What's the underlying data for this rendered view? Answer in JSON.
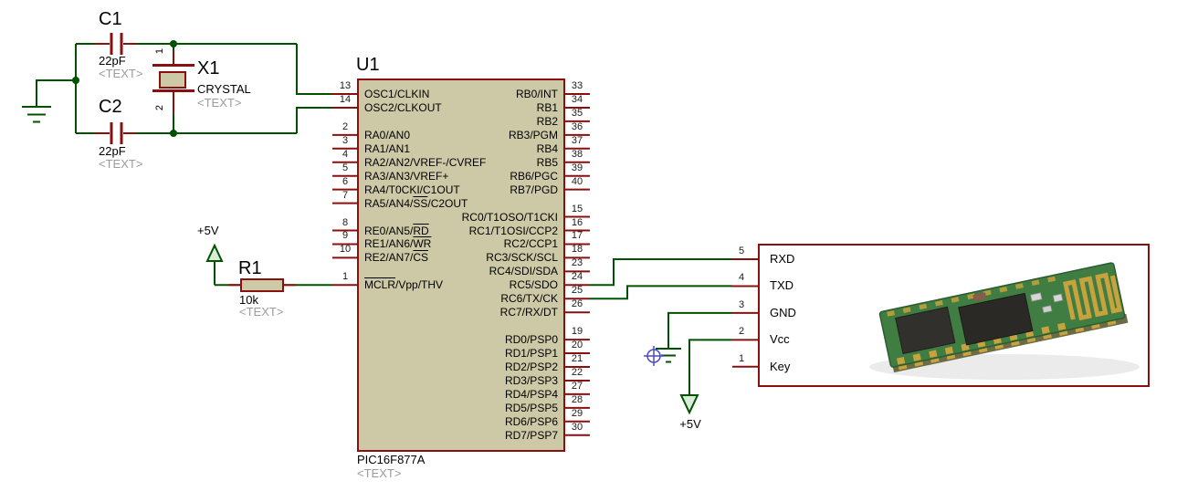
{
  "colors": {
    "wire": "#005200",
    "component": "#8a1010",
    "chip_fill": "#cdc9a6",
    "placeholder_text": "#9c9c9c",
    "origin_marker": "#4949d1",
    "power_fill": "#d9ecd9",
    "pcb_green": "#3f7d42",
    "pad_gold": "#c8a23c"
  },
  "mcu": {
    "ref": "U1",
    "part": "PIC16F877A",
    "placeholder": "<TEXT>",
    "left_pins": [
      {
        "num": "13",
        "name": "OSC1/CLKIN",
        "row": 0
      },
      {
        "num": "14",
        "name": "OSC2/CLKOUT",
        "row": 1
      },
      {
        "num": "2",
        "name": "RA0/AN0",
        "row": 3
      },
      {
        "num": "3",
        "name": "RA1/AN1",
        "row": 4
      },
      {
        "num": "4",
        "name": "RA2/AN2/VREF-/CVREF",
        "row": 5
      },
      {
        "num": "5",
        "name": "RA3/AN3/VREF+",
        "row": 6
      },
      {
        "num": "6",
        "name": "RA4/T0CKI/C1OUT",
        "row": 7
      },
      {
        "num": "7",
        "name": "RA5/AN4/~SS~/C2OUT",
        "row": 8
      },
      {
        "num": "8",
        "name": "RE0/AN5/~RD~",
        "row": 10
      },
      {
        "num": "9",
        "name": "RE1/AN6/~WR~",
        "row": 11
      },
      {
        "num": "10",
        "name": "RE2/AN7/~CS~",
        "row": 12
      },
      {
        "num": "1",
        "name": "~MCLR~/Vpp/THV",
        "row": 14
      }
    ],
    "right_pins": [
      {
        "num": "33",
        "name": "RB0/INT",
        "row": 0
      },
      {
        "num": "34",
        "name": "RB1",
        "row": 1
      },
      {
        "num": "35",
        "name": "RB2",
        "row": 2
      },
      {
        "num": "36",
        "name": "RB3/PGM",
        "row": 3
      },
      {
        "num": "37",
        "name": "RB4",
        "row": 4
      },
      {
        "num": "38",
        "name": "RB5",
        "row": 5
      },
      {
        "num": "39",
        "name": "RB6/PGC",
        "row": 6
      },
      {
        "num": "40",
        "name": "RB7/PGD",
        "row": 7
      },
      {
        "num": "15",
        "name": "RC0/T1OSO/T1CKI",
        "row": 9
      },
      {
        "num": "16",
        "name": "RC1/T1OSI/CCP2",
        "row": 10
      },
      {
        "num": "17",
        "name": "RC2/CCP1",
        "row": 11
      },
      {
        "num": "18",
        "name": "RC3/SCK/SCL",
        "row": 12
      },
      {
        "num": "23",
        "name": "RC4/SDI/SDA",
        "row": 13
      },
      {
        "num": "24",
        "name": "RC5/SDO",
        "row": 14
      },
      {
        "num": "25",
        "name": "RC6/TX/CK",
        "row": 15
      },
      {
        "num": "26",
        "name": "RC7/RX/DT",
        "row": 16
      },
      {
        "num": "19",
        "name": "RD0/PSP0",
        "row": 18
      },
      {
        "num": "20",
        "name": "RD1/PSP1",
        "row": 19
      },
      {
        "num": "21",
        "name": "RD2/PSP2",
        "row": 20
      },
      {
        "num": "22",
        "name": "RD3/PSP3",
        "row": 21
      },
      {
        "num": "27",
        "name": "RD4/PSP4",
        "row": 22
      },
      {
        "num": "28",
        "name": "RD5/PSP5",
        "row": 23
      },
      {
        "num": "29",
        "name": "RD6/PSP6",
        "row": 24
      },
      {
        "num": "30",
        "name": "RD7/PSP7",
        "row": 25
      }
    ]
  },
  "crystal": {
    "ref": "X1",
    "name": "CRYSTAL",
    "placeholder": "<TEXT>",
    "pin_1": "1",
    "pin_2": "2"
  },
  "c1": {
    "ref": "C1",
    "value": "22pF",
    "placeholder": "<TEXT>"
  },
  "c2": {
    "ref": "C2",
    "value": "22pF",
    "placeholder": "<TEXT>"
  },
  "r1": {
    "ref": "R1",
    "value": "10k",
    "placeholder": "<TEXT>"
  },
  "power": {
    "mcu_rail_label": "+5V",
    "module_rail_label": "+5V"
  },
  "bt_module": {
    "pins": [
      {
        "num": "5",
        "label": "RXD"
      },
      {
        "num": "4",
        "label": "TXD"
      },
      {
        "num": "3",
        "label": "GND"
      },
      {
        "num": "2",
        "label": "Vcc"
      },
      {
        "num": "1",
        "label": "Key"
      }
    ]
  }
}
